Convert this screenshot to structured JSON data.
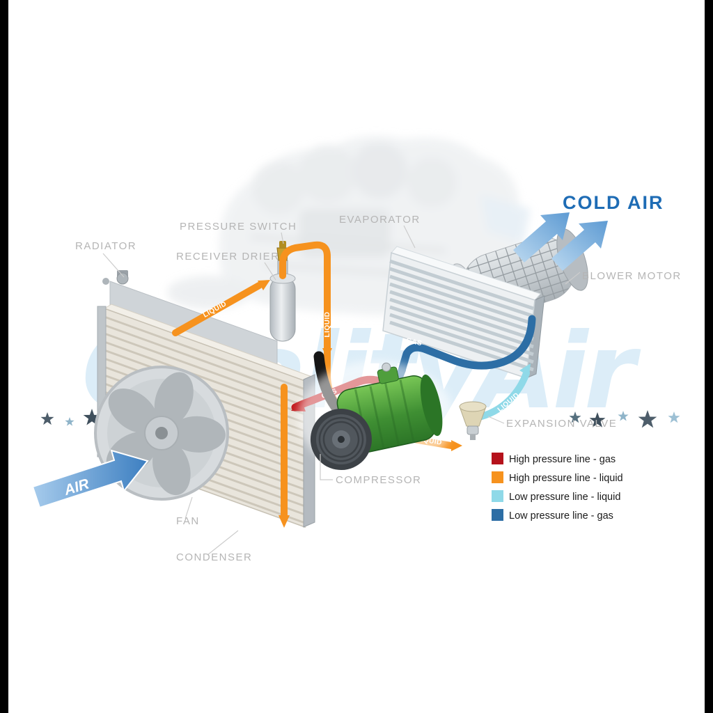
{
  "image": {
    "description": "Car air conditioning system diagram",
    "background": "#ffffff",
    "side_bars_color": "#000000"
  },
  "watermark": {
    "text": "QualityAir",
    "color": "#d6ebf7"
  },
  "labels": {
    "radiator": "RADIATOR",
    "pressure_switch": "PRESSURE SWITCH",
    "receiver_drier": "RECEIVER DRIER",
    "evaporator": "EVAPORATOR",
    "cold_air": "COLD AIR",
    "blower_motor": "BLOWER MOTOR",
    "expansion_valve": "EXPANSION VALVE",
    "compressor": "COMPRESSOR",
    "fan": "FAN",
    "condenser": "CONDENSER",
    "air": "AIR"
  },
  "pipe_labels": {
    "condenser_outlet": "LIQUID",
    "drier_outlet_vertical": "LIQUID",
    "to_expansion_valve": "LIQUID",
    "valve_to_evaporator": "LIQUID",
    "compressor_discharge": "GAS",
    "evaporator_to_compressor": "GAS"
  },
  "legend": {
    "items": [
      {
        "label": "High pressure line - gas",
        "color": "#b5121b"
      },
      {
        "label": "High pressure line - liquid",
        "color": "#f6921e"
      },
      {
        "label": "Low pressure line - liquid",
        "color": "#8fd9e8"
      },
      {
        "label": "Low pressure line -  gas",
        "color": "#2d6ea5"
      }
    ]
  },
  "colors": {
    "hp_gas": "#c2191c",
    "hp_liquid": "#f6921e",
    "lp_liquid": "#8fd9e8",
    "lp_gas": "#2d6ea5",
    "cold_air_text": "#1e6cb5",
    "air_arrow": "#5b9bd5",
    "label_text": "#b5b5b5"
  }
}
